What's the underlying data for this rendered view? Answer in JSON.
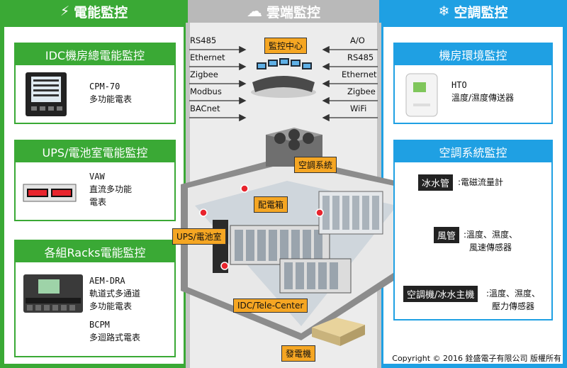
{
  "header": {
    "left_title": "電能監控",
    "center_title": "雲端監控",
    "right_title": "空調監控"
  },
  "left": {
    "panel1": {
      "title": "IDC機房總電能監控",
      "model": "CPM-70",
      "desc": "多功能電表"
    },
    "panel2": {
      "title": "UPS/電池室電能監控",
      "model": "VAW",
      "desc1": "直流多功能",
      "desc2": "電表"
    },
    "panel3": {
      "title": "各組Racks電能監控",
      "model1": "AEM-DRA",
      "desc1a": "軌道式多通道",
      "desc1b": "多功能電表",
      "model2": "BCPM",
      "desc2": "多迴路式電表"
    }
  },
  "center": {
    "monitor_center": "監控中心",
    "left_protocols": [
      "RS485",
      "Ethernet",
      "Zigbee",
      "Modbus",
      "BACnet"
    ],
    "right_protocols": [
      "A/O",
      "RS485",
      "Ethernet",
      "Zigbee",
      "WiFi"
    ],
    "labels": {
      "aircon": "空調系統",
      "distribution": "配電箱",
      "ups": "UPS/電池室",
      "idc": "IDC/Tele-Center",
      "generator": "發電機"
    }
  },
  "right": {
    "panel1": {
      "title": "機房環境監控",
      "model": "HTO",
      "desc": "溫度/濕度傳送器"
    },
    "panel2": {
      "title": "空調系統監控",
      "items": [
        {
          "tag": "冰水管",
          "desc1": ":電磁流量計",
          "desc2": ""
        },
        {
          "tag": "風管",
          "desc1": ":溫度、濕度、",
          "desc2": "風速傳感器"
        },
        {
          "tag": "空調機/冰水主機",
          "desc1": ":溫度、濕度、",
          "desc2": "壓力傳感器"
        }
      ]
    }
  },
  "footer": {
    "copyright": "Copyright © 2016 銓盛電子有限公司 版權所有"
  },
  "colors": {
    "green": "#3aa935",
    "blue": "#1fa0e3",
    "gray": "#b9b9b9",
    "orange": "#f5a623"
  }
}
